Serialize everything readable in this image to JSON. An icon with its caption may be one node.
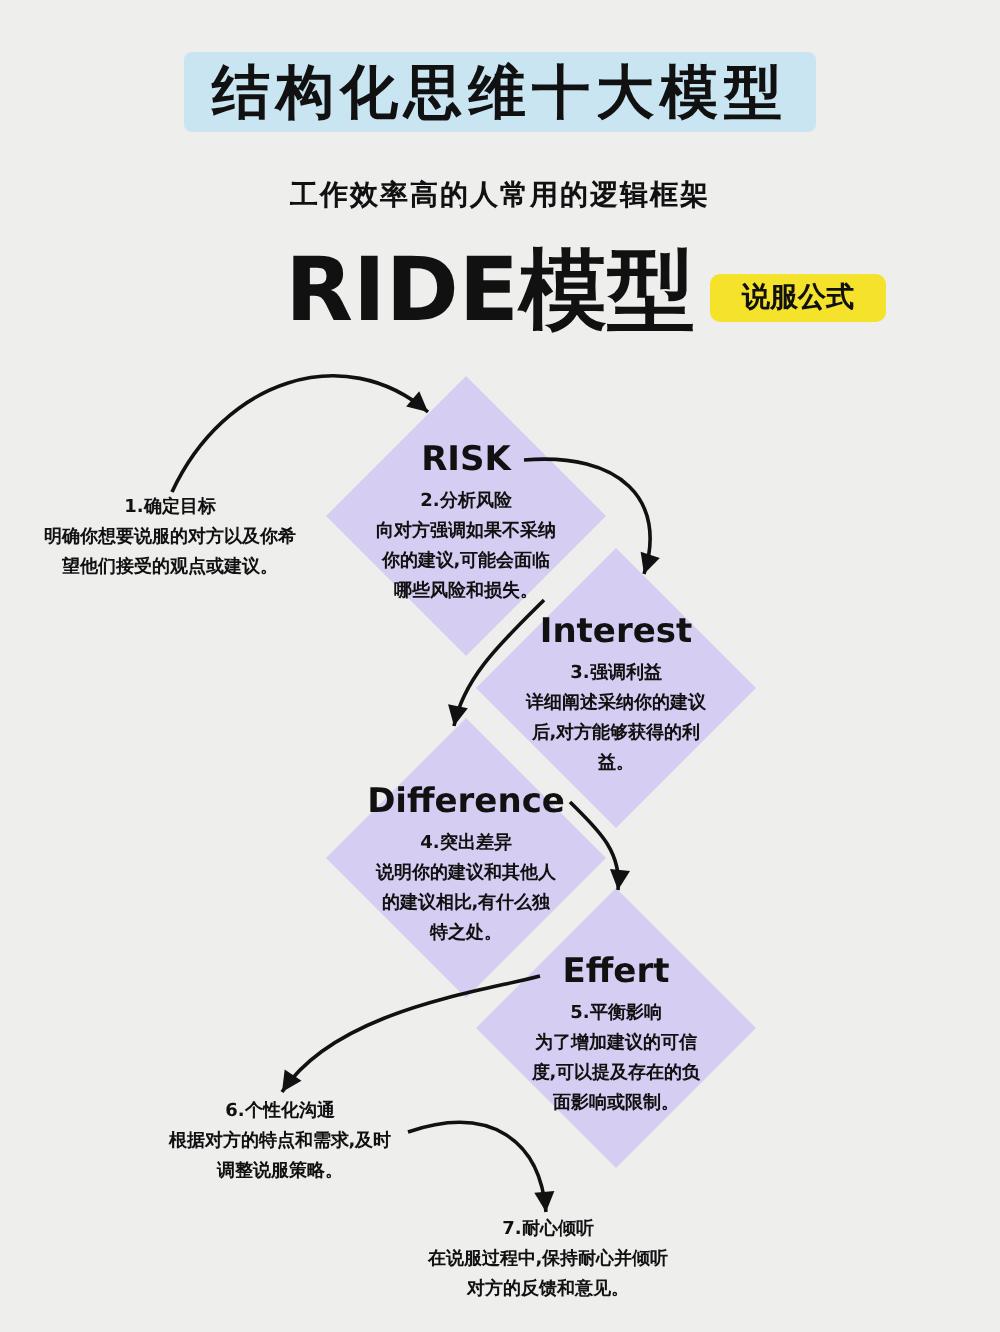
{
  "diagram": {
    "title": "结构化思维十大模型",
    "nodes": [
      {
        "text": [
          "1.确定目标",
          "明确你想要说服的对方以及你希望他们接受的观点或建议。"
        ]
      },
      {
        "text": [
          "RISK",
          "2.分析风险",
          "向对方强调如果不采纳你的建议,可能会面临哪些风险和损失。"
        ]
      },
      {
        "text": [
          "Interest",
          "3.强调利益",
          "详细阐述采纳你的建议后,对方能够获得的利益。"
        ]
      },
      {
        "text": [
          "Difference",
          "4.突出差异",
          "说明你的建议和其他人的建议相比,有什么独特之处。"
        ]
      },
      {
        "text": [
          "Effert",
          "5.平衡影响",
          "为了增加建议的可信度,可以提及存在的负面影响或限制。"
        ]
      },
      {
        "text": [
          "6.个性化沟通",
          "根据对方的特点和需求,及时调整说服策略。"
        ]
      },
      {
        "text": [
          "7.耐心倾听",
          "在说服过程中,保持耐心并倾听对方的反馈和意见。"
        ]
      }
    ],
    "edges": [
      {
        "from": 0,
        "to": 1,
        "arrow": "to"
      },
      {
        "from": 1,
        "to": 2,
        "arrow": "to"
      },
      {
        "from": 2,
        "to": 3,
        "arrow": "to"
      },
      {
        "from": 3,
        "to": 4,
        "arrow": "to"
      },
      {
        "from": 4,
        "to": 5,
        "arrow": "to"
      },
      {
        "from": 5,
        "to": 6,
        "arrow": "to"
      }
    ],
    "labels": [
      "工作效率高的人常用的逻辑框架",
      "RIDE模型",
      "说服公式"
    ]
  }
}
